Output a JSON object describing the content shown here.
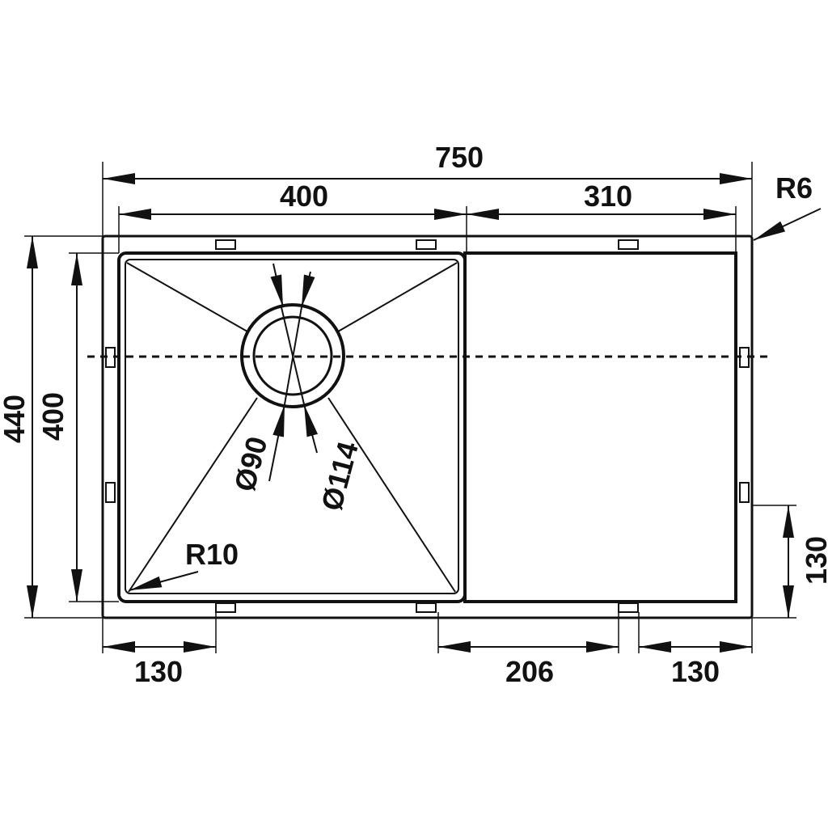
{
  "drawing": {
    "overall_width": "750",
    "bowl_width": "400",
    "drainboard_width": "310",
    "corner_radius_outer": "R6",
    "overall_depth": "440",
    "bowl_depth": "400",
    "clip_offset_right": "130",
    "clip_offset_left_bottom": "130",
    "clip_spacing_bottom": "206",
    "clip_offset_right_bottom": "130",
    "drain_inner_diameter": "Ø90",
    "drain_outer_diameter": "Ø114",
    "bowl_corner_radius": "R10"
  },
  "colors": {
    "line": "#111111",
    "background": "#ffffff"
  }
}
